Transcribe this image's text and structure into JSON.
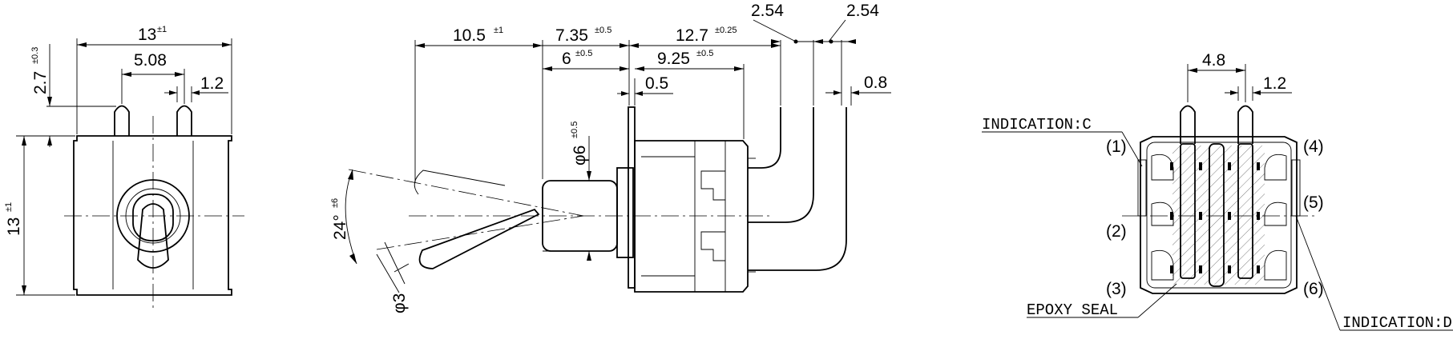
{
  "front_view": {
    "width_value": "13",
    "width_tol": "±1",
    "height_value": "13",
    "height_tol": "±1",
    "pin_pitch": "5.08",
    "pin_width": "1.2",
    "pin_length_value": "2.7",
    "pin_length_tol": "±0.3"
  },
  "side_view": {
    "lever_length_value": "10.5",
    "lever_length_tol": "±1",
    "bushing_length_value": "7.35",
    "bushing_length_tol": "±0.5",
    "thread_length_value": "6",
    "thread_length_tol": "±0.5",
    "body_terminal_value": "12.7",
    "body_terminal_tol": "±0.25",
    "body_length_value": "9.25",
    "body_length_tol": "±0.5",
    "plate_thickness": "0.5",
    "terminal_pitch_1": "2.54",
    "terminal_pitch_2": "2.54",
    "terminal_thickness": "0.8",
    "bushing_dia_value": "φ6",
    "bushing_dia_tol": "±0.5",
    "angle_value": "24°",
    "angle_tol": "±6",
    "lever_dia": "φ3"
  },
  "bottom_view": {
    "pin_spacing": "4.8",
    "pin_width": "1.2",
    "indication_c": "INDICATION:C",
    "indication_d": "INDICATION:D",
    "epoxy_seal": "EPOXY SEAL",
    "terminals": [
      "(1)",
      "(2)",
      "(3)",
      "(4)",
      "(5)",
      "(6)"
    ]
  }
}
